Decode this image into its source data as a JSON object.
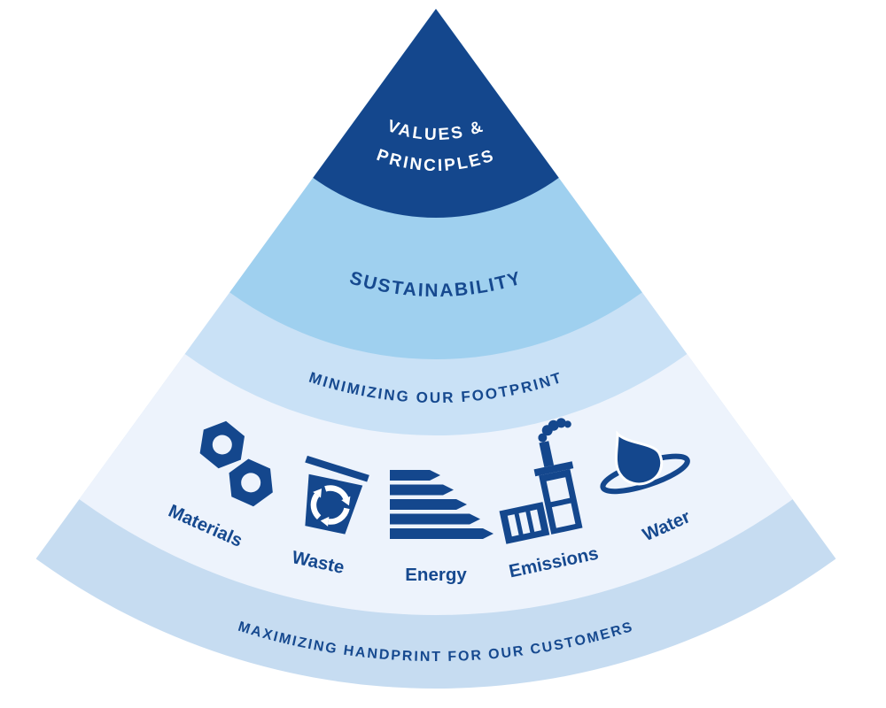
{
  "colors": {
    "background": "#ffffff",
    "navy": "#14478d",
    "white": "#ffffff",
    "band_sustainability": "#9fd0ef",
    "band_footprint": "#c9e1f6",
    "band_focus_areas": "#edf3fc",
    "band_handprint": "#c6dcf1",
    "text_navy": "#16498f"
  },
  "pyramid": {
    "tier1_line1": "VALUES &",
    "tier1_line2": "PRINCIPLES",
    "tier2_label": "SUSTAINABILITY",
    "tier3_label": "MINIMIZING OUR FOOTPRINT",
    "tier5_label": "MAXIMIZING HANDPRINT FOR OUR CUSTOMERS",
    "focus_areas": [
      {
        "label": "Materials",
        "icon": "hex-nuts-icon"
      },
      {
        "label": "Waste",
        "icon": "recycling-bin-icon"
      },
      {
        "label": "Energy",
        "icon": "energy-rating-bars-icon"
      },
      {
        "label": "Emissions",
        "icon": "factory-icon"
      },
      {
        "label": "Water",
        "icon": "water-drop-ripple-icon"
      }
    ]
  }
}
